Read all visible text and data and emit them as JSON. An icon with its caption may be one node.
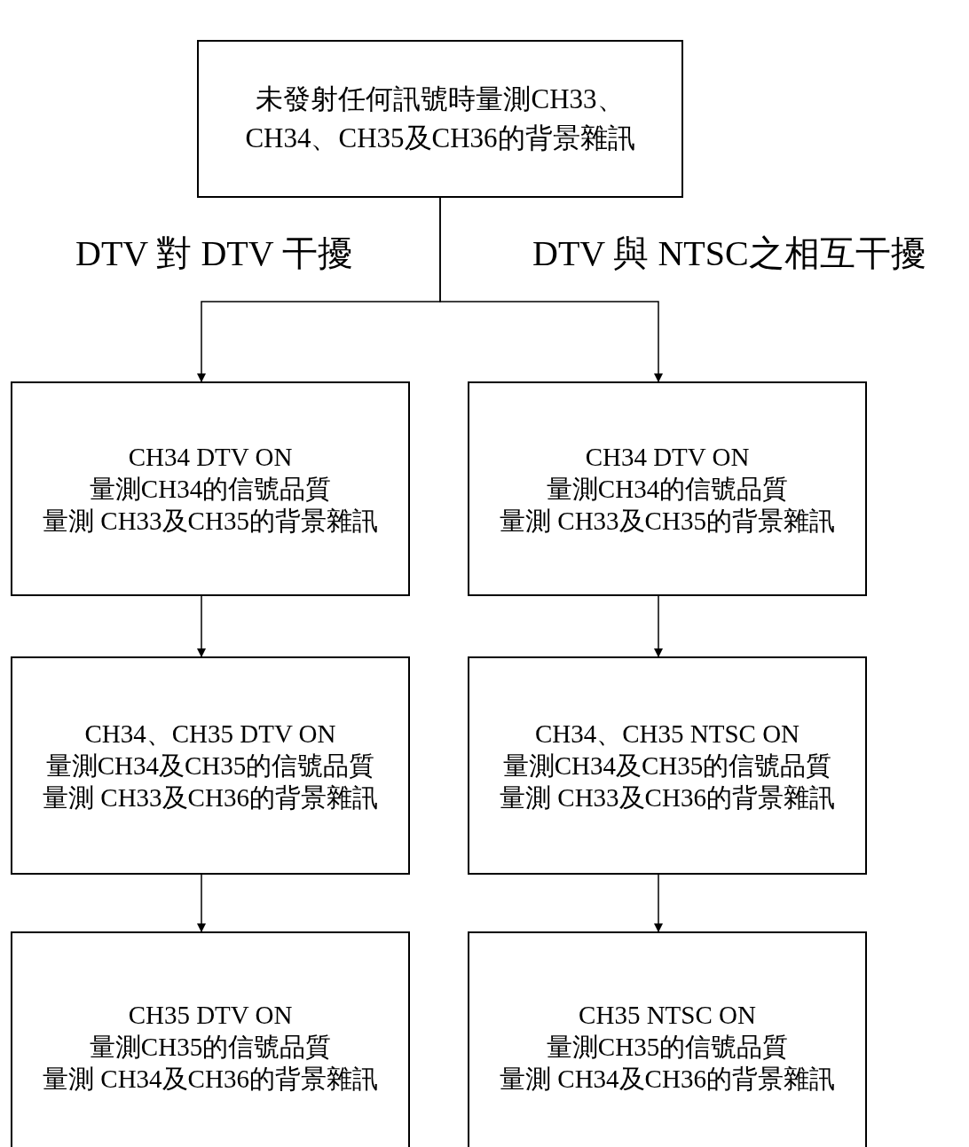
{
  "diagram": {
    "nodes": [
      {
        "text": [
          "未發射任何訊號時量測CH33、CH34、CH35及CH36的背景雜訊"
        ]
      },
      {
        "text": [
          "CH34 DTV ON",
          "量測CH34的信號品質",
          "量測 CH33及CH35的背景雜訊"
        ]
      },
      {
        "text": [
          "CH34 DTV ON",
          "量測CH34的信號品質",
          "量測 CH33及CH35的背景雜訊"
        ]
      },
      {
        "text": [
          "CH34、CH35 DTV ON",
          "量測CH34及CH35的信號品質",
          "量測 CH33及CH36的背景雜訊"
        ]
      },
      {
        "text": [
          "CH34、CH35 NTSC ON",
          "量測CH34及CH35的信號品質",
          "量測 CH33及CH36的背景雜訊"
        ]
      },
      {
        "text": [
          "CH35 DTV ON",
          "量測CH35的信號品質",
          "量測 CH34及CH36的背景雜訊"
        ]
      },
      {
        "text": [
          "CH35 NTSC ON",
          "量測CH35的信號品質",
          "量測 CH34及CH36的背景雜訊"
        ]
      }
    ],
    "edges": [
      {
        "from": 0,
        "to": 1,
        "arrow": "to"
      },
      {
        "from": 0,
        "to": 2,
        "arrow": "to"
      },
      {
        "from": 1,
        "to": 3,
        "arrow": "to"
      },
      {
        "from": 2,
        "to": 4,
        "arrow": "to"
      },
      {
        "from": 3,
        "to": 5,
        "arrow": "to"
      },
      {
        "from": 4,
        "to": 6,
        "arrow": "to"
      }
    ],
    "labels": [
      "DTV 對 DTV 干擾",
      "DTV 與 NTSC之相互干擾"
    ]
  }
}
